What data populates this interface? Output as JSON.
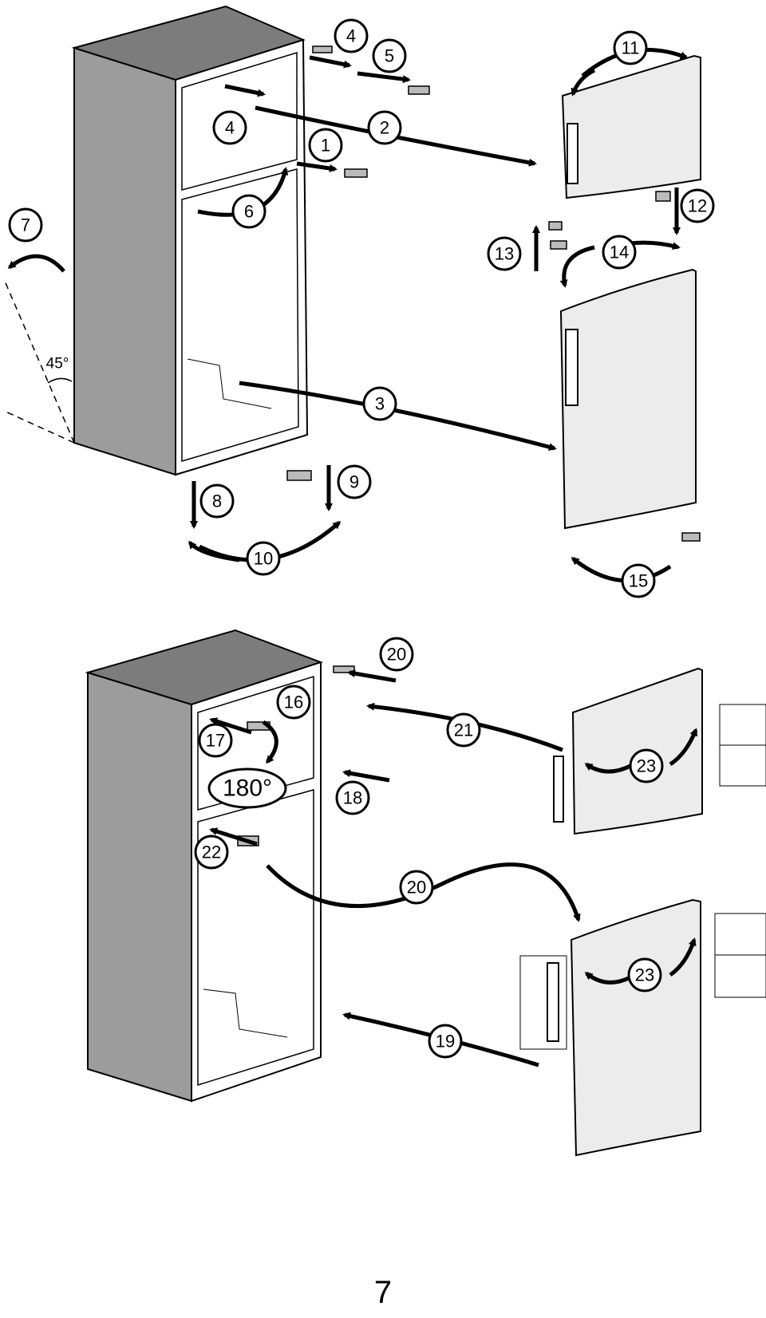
{
  "diagram": {
    "angle_label": "45°",
    "rotation_label": "180°",
    "step_callouts": [
      "1",
      "2",
      "3",
      "4",
      "4",
      "5",
      "6",
      "7",
      "8",
      "9",
      "10",
      "11",
      "12",
      "13",
      "14",
      "15",
      "16",
      "17",
      "18",
      "19",
      "20",
      "20",
      "21",
      "22",
      "23",
      "23"
    ]
  },
  "colors": {
    "cabinet_side": "#9c9c9c",
    "cabinet_top": "#7c7c7c",
    "door": "#ececec",
    "ink": "#000000"
  },
  "page": {
    "number": "7"
  }
}
